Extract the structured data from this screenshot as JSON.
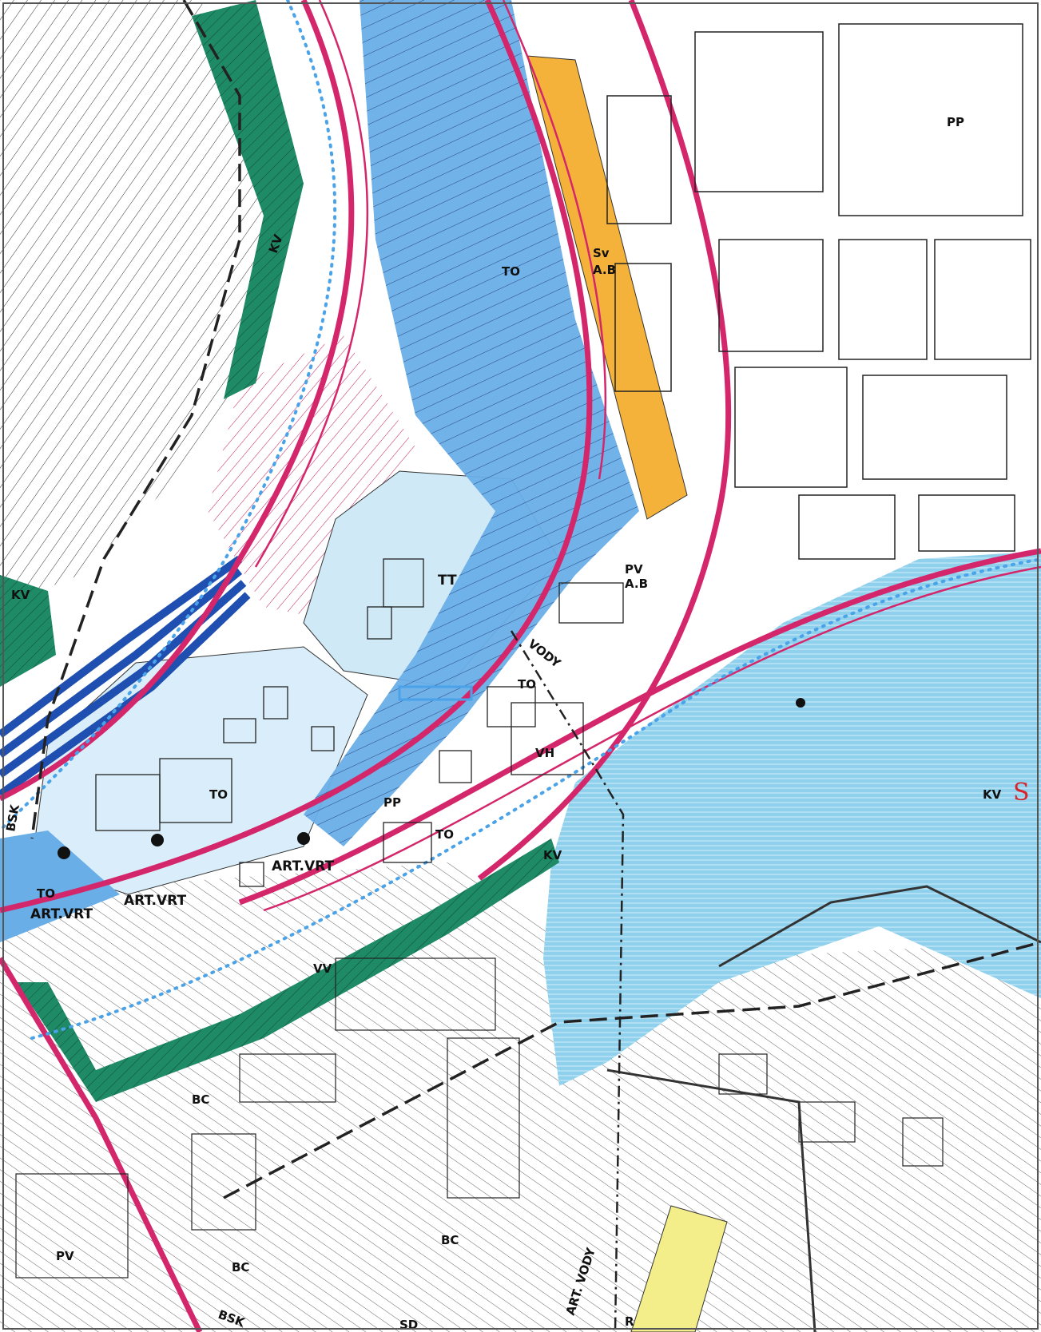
{
  "colors": {
    "river": "#8fd0ec",
    "transport_zone": "#6aaee8",
    "rail_blue": "#1f4fb0",
    "green_strip": "#1f8a66",
    "orange_zone": "#f5b23a",
    "yellow_zone": "#f3ee8a",
    "road_magenta": "#d4266a",
    "paper": "#ffffff",
    "line": "#222222",
    "dotted_boundary": "#4aa3e8"
  },
  "icons": [
    "well-marker-icon",
    "point-marker-icon"
  ],
  "labels": {
    "pp_top": "PP",
    "to_top": "TO",
    "sv_ab": "Sv",
    "sv_ab_sub": "A.B",
    "kv_green_top": "KV",
    "kv_left": "KV",
    "tt": "TT",
    "pv_ab": "PV",
    "pv_ab_sub": "A.B",
    "vody_mid": "VODY",
    "to_mid": "TO",
    "vh": "VH",
    "kv_right": "KV",
    "s_red": "S",
    "to_west": "TO",
    "pp_mid": "PP",
    "to_small": "TO",
    "art_vrt_1": "ART.VRT",
    "art_vrt_2": "ART.VRT",
    "art_vrt_3": "ART.VRT",
    "to_left": "TO",
    "bsk_left": "BSK",
    "kv_mid": "KV",
    "vv": "VV",
    "bc_1": "BC",
    "bc_2": "BC",
    "bc_3": "BC",
    "pv_bottom": "PV",
    "art_vody": "ART. VODY",
    "r_bottom": "R",
    "bsk_bottom": "BSK",
    "sd_bottom": "SD"
  }
}
